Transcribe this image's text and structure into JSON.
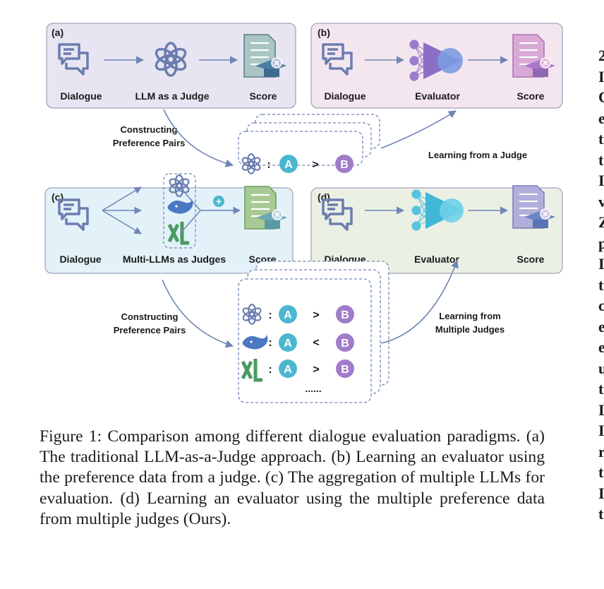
{
  "panels": {
    "a": {
      "tag": "(a)",
      "dialogue": "Dialogue",
      "judge": "LLM as a Judge",
      "score": "Score",
      "color": "#e7e5f1"
    },
    "b": {
      "tag": "(b)",
      "dialogue": "Dialogue",
      "evaluator": "Evaluator",
      "score": "Score",
      "color": "#f4e6ef"
    },
    "c": {
      "tag": "(c)",
      "dialogue": "Dialogue",
      "judges": "Multi-LLMs as Judges",
      "score": "Score",
      "plus": "+",
      "color": "#e3f1f8"
    },
    "d": {
      "tag": "(d)",
      "dialogue": "Dialogue",
      "evaluator": "Evaluator",
      "score": "Score",
      "color": "#eaf0e4"
    }
  },
  "flow_top": {
    "left_label_line1": "Constructing",
    "left_label_line2": "Preference Pairs",
    "right_label": "Learning from a Judge",
    "pair": {
      "sep": ":",
      "a": "A",
      "op": ">",
      "b": "B"
    }
  },
  "flow_bottom": {
    "left_label_line1": "Constructing",
    "left_label_line2": "Preference Pairs",
    "right_label_line1": "Learning from",
    "right_label_line2": "Multiple Judges",
    "pairs": [
      {
        "sep": ":",
        "a": "A",
        "op": ">",
        "b": "B"
      },
      {
        "sep": ":",
        "a": "A",
        "op": "<",
        "b": "B"
      },
      {
        "sep": ":",
        "a": "A",
        "op": ">",
        "b": "B"
      }
    ],
    "ellipsis": "......"
  },
  "caption": "Figure 1: Comparison among different dialogue evaluation paradigms. (a) The traditional LLM-as-a-Judge approach. (b) Learning an evaluator using the preference data from a judge. (c) The aggregation of multiple LLMs for evaluation. (d) Learning an evaluator using the multiple preference data from multiple judges (Ours).",
  "right_column_glyphs": [
    "2",
    "I",
    "C",
    "e",
    "t",
    "t",
    "I",
    "v",
    "Z",
    "p",
    "I",
    "t",
    "c",
    "e",
    "e",
    "u",
    "t",
    "I",
    "I",
    "r",
    "t",
    "I",
    "t"
  ],
  "icons": {
    "dialogue": "chat-bubbles-icon",
    "llm": "openai-knot-icon",
    "score": "scorecard-icon",
    "evaluator": "neural-network-icon",
    "whale": "whale-icon",
    "grok": "x-logo-icon"
  },
  "colors": {
    "icon_stroke": "#6d7fb0",
    "arrow": "#6d86b5",
    "badge_a": "#4bb7cf",
    "badge_b": "#a07cc9",
    "eval_b": "#9b7ccd",
    "eval_d": "#58c2dc"
  }
}
